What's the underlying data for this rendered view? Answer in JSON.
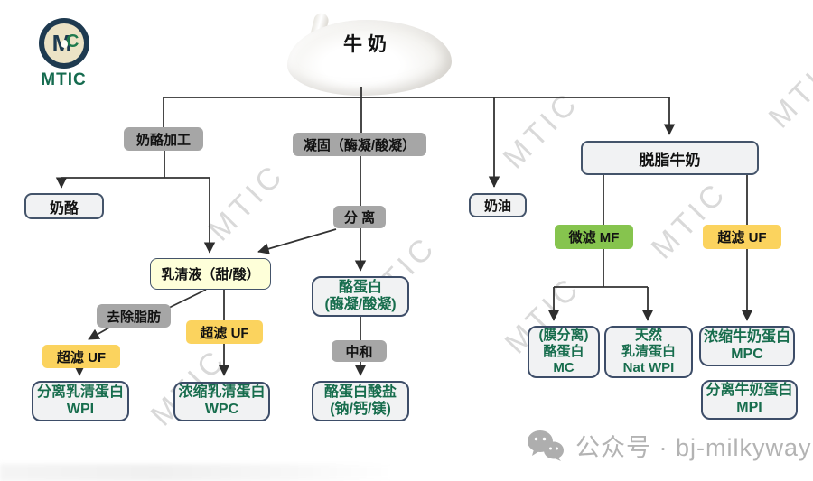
{
  "logo": {
    "text": "MTIC"
  },
  "title": "牛奶",
  "watermark": "MTIC",
  "colors": {
    "process_gray": "#a6a6a6",
    "highlight_yellow": "#fbd35e",
    "highlight_green": "#86c44e",
    "box_border_blue": "#44546a",
    "product_text_green": "#176d4d",
    "line_dark": "#333333",
    "watermark_gray": "#d9d9d9",
    "footer_gray": "#b3b3b3"
  },
  "nodes": {
    "cheese_processing": {
      "label": "奶酪加工"
    },
    "coagulation": {
      "label": "凝固（酶凝/酸凝）"
    },
    "cheese": {
      "label": "奶酪"
    },
    "separation": {
      "label": "分 离"
    },
    "whey": {
      "label": "乳清液（甜/酸）"
    },
    "cream": {
      "label": "奶油"
    },
    "skim_milk": {
      "label": "脱脂牛奶"
    },
    "defat": {
      "label": "去除脂肪"
    },
    "uf_left": {
      "label": "超滤 UF"
    },
    "uf_mid": {
      "label": "超滤 UF"
    },
    "mf": {
      "label": "微滤 MF"
    },
    "uf_right": {
      "label": "超滤 UF"
    },
    "casein": {
      "line1": "酪蛋白",
      "line2": "(酶凝/酸凝)"
    },
    "neutralize": {
      "label": "中和"
    },
    "caseinate": {
      "line1": "酪蛋白酸盐",
      "line2": "(钠/钙/镁)"
    },
    "wpi": {
      "line1": "分离乳清蛋白",
      "line2": "WPI"
    },
    "wpc": {
      "line1": "浓缩乳清蛋白",
      "line2": "WPC"
    },
    "mc": {
      "line1": "(膜分离)",
      "line2": "酪蛋白",
      "line3": "MC"
    },
    "nat_wpi": {
      "line1": "天然",
      "line2": "乳清蛋白",
      "line3": "Nat WPI"
    },
    "mpc": {
      "line1": "浓缩牛奶蛋白",
      "line2": "MPC"
    },
    "mpi": {
      "line1": "分离牛奶蛋白",
      "line2": "MPI"
    }
  },
  "footer": {
    "text": "公众号 · bj-milkyway"
  }
}
